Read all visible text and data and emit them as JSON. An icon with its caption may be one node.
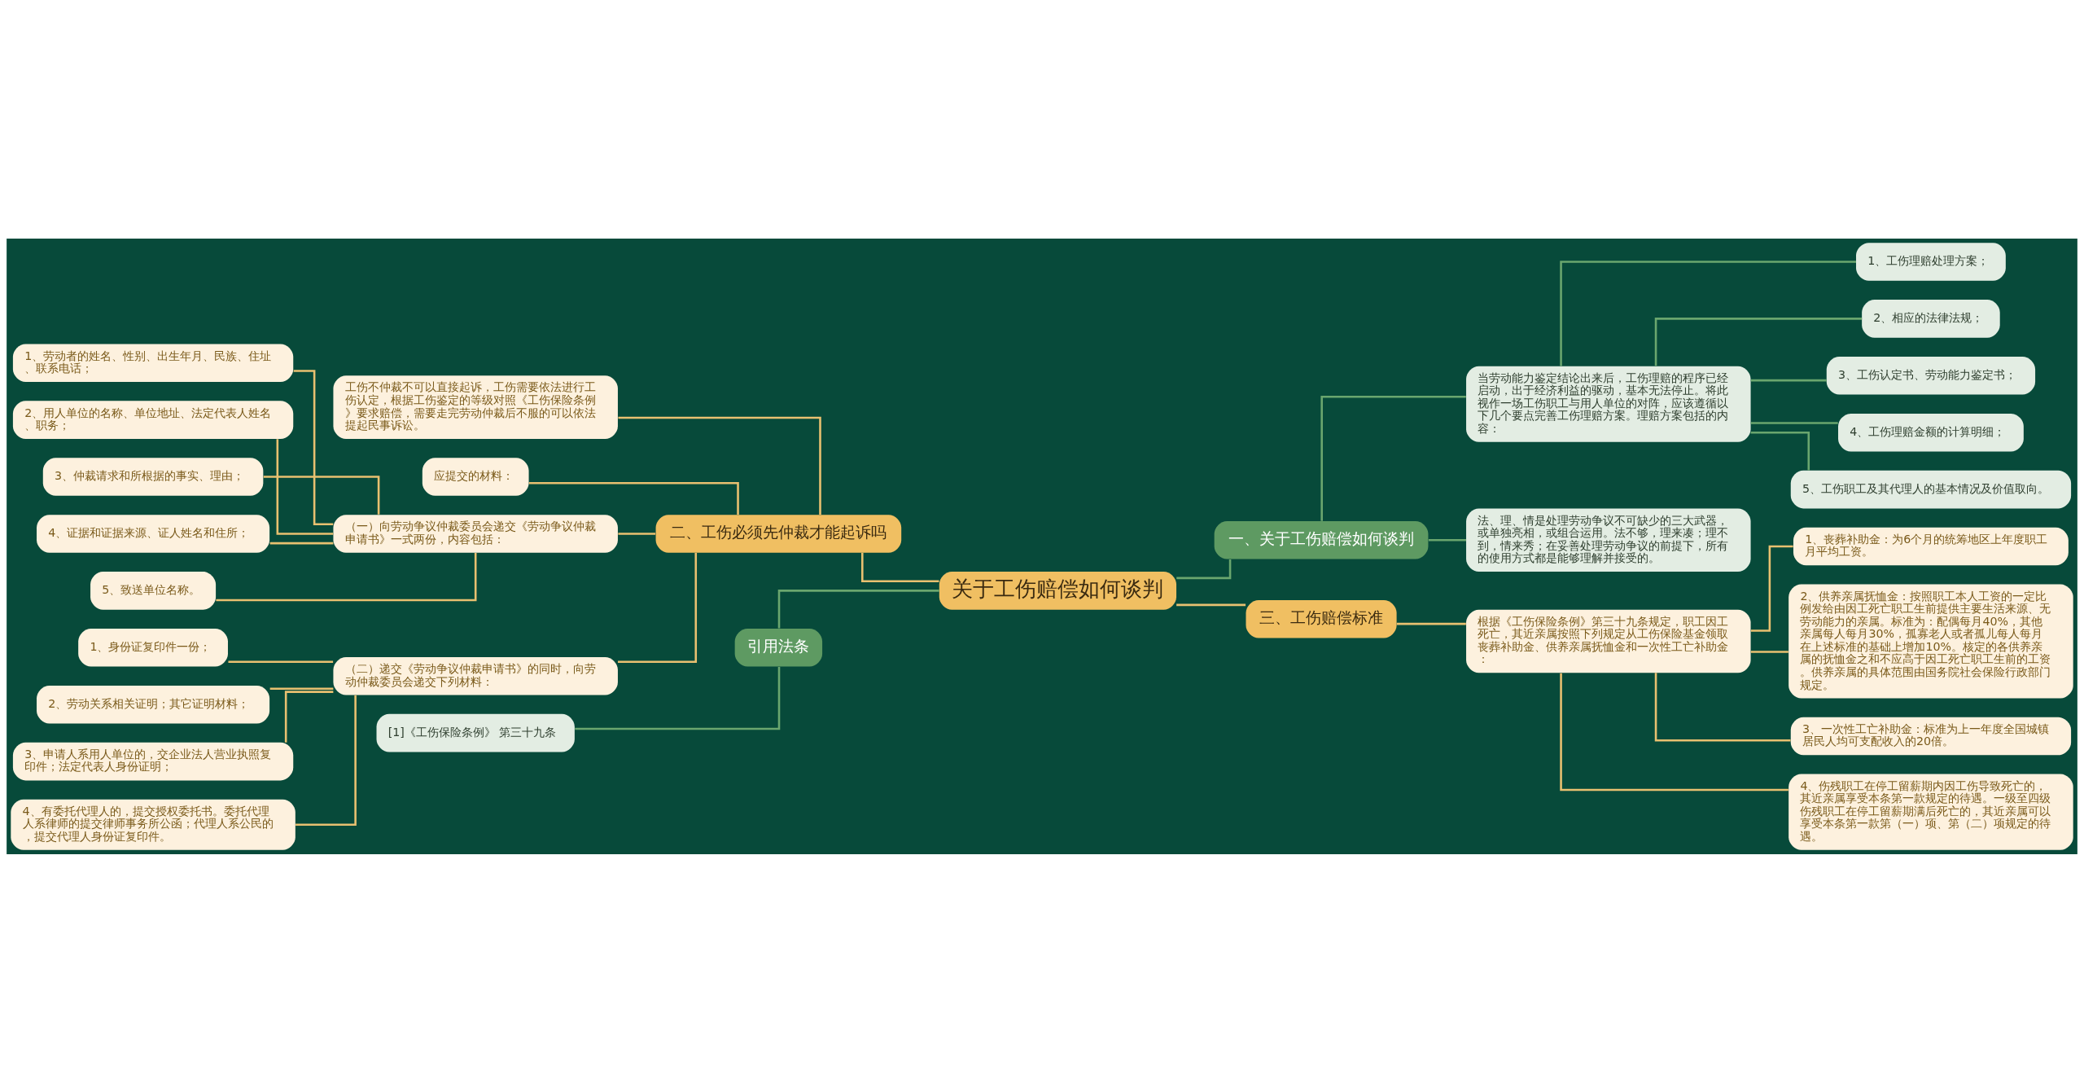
{
  "diagram": {
    "nodes": [
      {
        "text": [
          "关于工伤赔偿如何谈判"
        ]
      },
      {
        "text": [
          "二、工伤必须先仲裁才能起诉吗"
        ]
      },
      {
        "text": [
          "工伤不仲裁不可以直接起诉，工伤需要依法进行工伤认定，根据工伤鉴定的等级对照《工伤保险条例》要求赔偿，需要走完劳动仲裁后不服的可以依法提起民事诉讼。"
        ]
      },
      {
        "text": [
          "应提交的材料："
        ]
      },
      {
        "text": [
          "（一）向劳动争议仲裁委员会递交《劳动争议仲裁申请书》一式两份，内容包括："
        ]
      },
      {
        "text": [
          "1、劳动者的姓名、性别、出生年月、民族、住址、联系电话；"
        ]
      },
      {
        "text": [
          "2、用人单位的名称、单位地址、法定代表人姓名、职务；"
        ]
      },
      {
        "text": [
          "3、仲裁请求和所根据的事实、理由；"
        ]
      },
      {
        "text": [
          "4、证据和证据来源、证人姓名和住所；"
        ]
      },
      {
        "text": [
          "5、致送单位名称。"
        ]
      },
      {
        "text": [
          "（二）递交《劳动争议仲裁申请书》的同时，向劳动仲裁委员会递交下列材料："
        ]
      },
      {
        "text": [
          "1、身份证复印件一份；"
        ]
      },
      {
        "text": [
          "2、劳动关系相关证明；其它证明材料；"
        ]
      },
      {
        "text": [
          "3、申请人系用人单位的，交企业法人营业执照复印件；法定代表人身份证明；"
        ]
      },
      {
        "text": [
          "4、有委托代理人的，提交授权委托书。委托代理人系律师的提交律师事务所公函；代理人系公民的，提交代理人身份证复印件。"
        ]
      },
      {
        "text": [
          "引用法条"
        ]
      },
      {
        "text": [
          "[1]《工伤保险条例》 第三十九条"
        ]
      },
      {
        "text": [
          "一、关于工伤赔偿如何谈判"
        ]
      },
      {
        "text": [
          "当劳动能力鉴定结论出来后，工伤理赔的程序已经启动，出于经济利益的驱动，基本无法停止。将此视作一场工伤职工与用人单位的对阵，应该遵循以下几个要点完善工伤理赔方案。理赔方案包括的内容："
        ]
      },
      {
        "text": [
          "1、工伤理赔处理方案；"
        ]
      },
      {
        "text": [
          "2、相应的法律法规；"
        ]
      },
      {
        "text": [
          "3、工伤认定书、劳动能力鉴定书；"
        ]
      },
      {
        "text": [
          "4、工伤理赔金额的计算明细；"
        ]
      },
      {
        "text": [
          "5、工伤职工及其代理人的基本情况及价值取向。"
        ]
      },
      {
        "text": [
          "法、理、情是处理劳动争议不可缺少的三大武器，或单独亮相，或组合运用。法不够，理来凑；理不到，情来秀；在妥善处理劳动争议的前提下，所有的使用方式都是能够理解并接受的。"
        ]
      },
      {
        "text": [
          "三、工伤赔偿标准"
        ]
      },
      {
        "text": [
          "根据《工伤保险条例》第三十九条规定，职工因工死亡，其近亲属按照下列规定从工伤保险基金领取丧葬补助金、供养亲属抚恤金和一次性工亡补助金："
        ]
      },
      {
        "text": [
          "1、丧葬补助金：为6个月的统筹地区上年度职工月平均工资。"
        ]
      },
      {
        "text": [
          "2、供养亲属抚恤金：按照职工本人工资的一定比例发给由因工死亡职工生前提供主要生活来源、无劳动能力的亲属。标准为：配偶每月40%，其他亲属每人每月30%，孤寡老人或者孤儿每人每月在上述标准的基础上增加10%。核定的各供养亲属的抚恤金之和不应高于因工死亡职工生前的工资。供养亲属的具体范围由国务院社会保险行政部门规定。"
        ]
      },
      {
        "text": [
          "3、一次性工亡补助金：标准为上一年度全国城镇居民人均可支配收入的20倍。"
        ]
      },
      {
        "text": [
          "4、伤残职工在停工留薪期内因工伤导致死亡的，其近亲属享受本条第一款规定的待遇。一级至四级伤残职工在停工留薪期满后死亡的，其近亲属可以享受本条第一款第（一）项、第（二）项规定的待遇。"
        ]
      }
    ],
    "edges": [
      {
        "from": 0,
        "to": 1,
        "arrow": "none"
      },
      {
        "from": 1,
        "to": 2,
        "arrow": "none"
      },
      {
        "from": 1,
        "to": 3,
        "arrow": "none"
      },
      {
        "from": 1,
        "to": 4,
        "arrow": "none"
      },
      {
        "from": 4,
        "to": 5,
        "arrow": "none"
      },
      {
        "from": 4,
        "to": 6,
        "arrow": "none"
      },
      {
        "from": 4,
        "to": 7,
        "arrow": "none"
      },
      {
        "from": 4,
        "to": 8,
        "arrow": "none"
      },
      {
        "from": 4,
        "to": 9,
        "arrow": "none"
      },
      {
        "from": 1,
        "to": 10,
        "arrow": "none"
      },
      {
        "from": 10,
        "to": 11,
        "arrow": "none"
      },
      {
        "from": 10,
        "to": 12,
        "arrow": "none"
      },
      {
        "from": 10,
        "to": 13,
        "arrow": "none"
      },
      {
        "from": 10,
        "to": 14,
        "arrow": "none"
      },
      {
        "from": 0,
        "to": 15,
        "arrow": "none",
        "color": "#6aa66e"
      },
      {
        "from": 15,
        "to": 16,
        "arrow": "none",
        "color": "#6aa66e"
      },
      {
        "from": 0,
        "to": 17,
        "arrow": "none",
        "color": "#6aa66e"
      },
      {
        "from": 17,
        "to": 18,
        "arrow": "none",
        "color": "#6aa66e"
      },
      {
        "from": 18,
        "to": 19,
        "arrow": "none",
        "color": "#6aa66e"
      },
      {
        "from": 18,
        "to": 20,
        "arrow": "none",
        "color": "#6aa66e"
      },
      {
        "from": 18,
        "to": 21,
        "arrow": "none",
        "color": "#6aa66e"
      },
      {
        "from": 18,
        "to": 22,
        "arrow": "none",
        "color": "#6aa66e"
      },
      {
        "from": 18,
        "to": 23,
        "arrow": "none",
        "color": "#6aa66e"
      },
      {
        "from": 17,
        "to": 24,
        "arrow": "none",
        "color": "#6aa66e"
      },
      {
        "from": 0,
        "to": 25,
        "arrow": "none"
      },
      {
        "from": 25,
        "to": 26,
        "arrow": "none"
      },
      {
        "from": 26,
        "to": 27,
        "arrow": "none"
      },
      {
        "from": 26,
        "to": 28,
        "arrow": "none"
      },
      {
        "from": 26,
        "to": 29,
        "arrow": "none"
      },
      {
        "from": 26,
        "to": 30,
        "arrow": "none"
      }
    ]
  }
}
